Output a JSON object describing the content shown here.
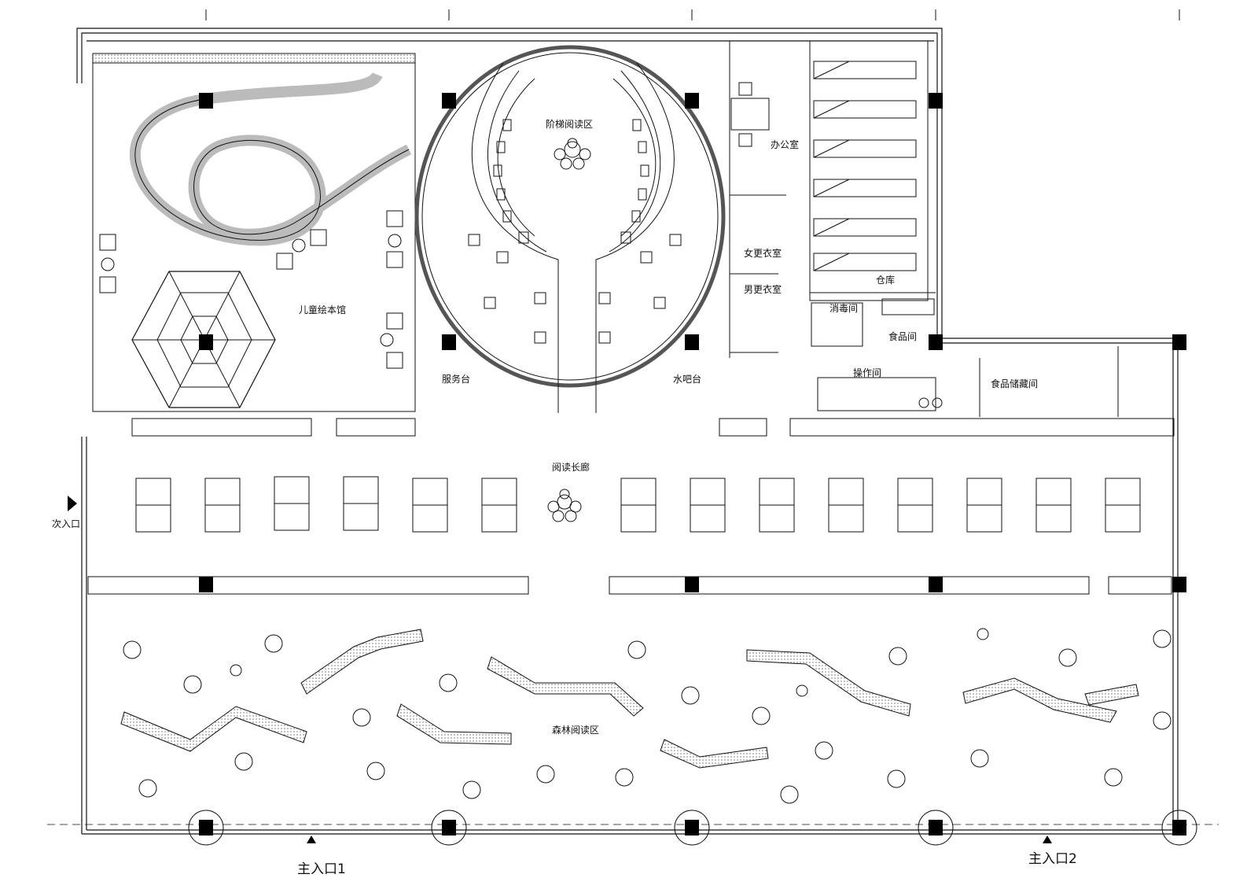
{
  "labels": {
    "staircase_reading": "阶梯阅读区",
    "office": "办公室",
    "warehouse": "仓库",
    "female_locker": "女更衣室",
    "male_locker": "男更衣室",
    "disinfection": "消毒间",
    "food_room": "食品间",
    "operation": "操作间",
    "food_storage": "食品储藏间",
    "service_desk": "服务台",
    "water_bar": "水吧台",
    "children_books": "儿童绘本馆",
    "reading_gallery": "阅读长廊",
    "forest_reading": "森林阅读区",
    "secondary_entrance": "次入口",
    "main_entrance_1": "主入口1",
    "main_entrance_2": "主入口2"
  },
  "colors": {
    "line": "#1a1a1a",
    "column_fill": "#000000",
    "hatch": "#8a8a8a",
    "background": "#ffffff"
  }
}
